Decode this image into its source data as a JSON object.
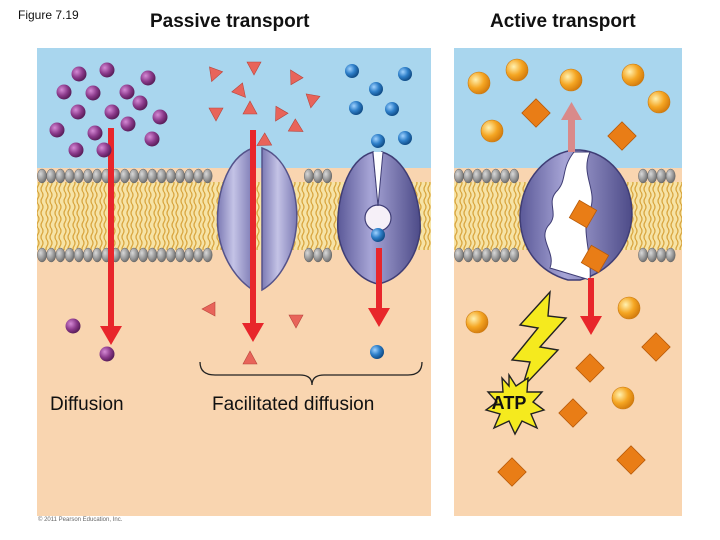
{
  "figure_label": "Figure 7.19",
  "titles": {
    "passive": "Passive transport",
    "active": "Active transport"
  },
  "labels": {
    "diffusion": "Diffusion",
    "facilitated": "Facilitated diffusion",
    "atp": "ATP"
  },
  "copyright": "© 2011 Pearson Education, Inc.",
  "colors": {
    "extracellular": "#a9d6ee",
    "cytoplasm": "#f9d5b0",
    "phospholipid_head": "#9a9a9a",
    "lipid_tail": "#e2b55a",
    "protein": "#9b99c8",
    "arrow_red": "#e8262b",
    "arrow_pink": "#d98a8a",
    "purple_molecule": "#8b3a8b",
    "red_triangle": "#e8645a",
    "blue_molecule": "#2e7fc9",
    "orange_sphere": "#f5a623",
    "orange_diamond": "#e97d16",
    "atp_burst": "#f5ea1e"
  }
}
